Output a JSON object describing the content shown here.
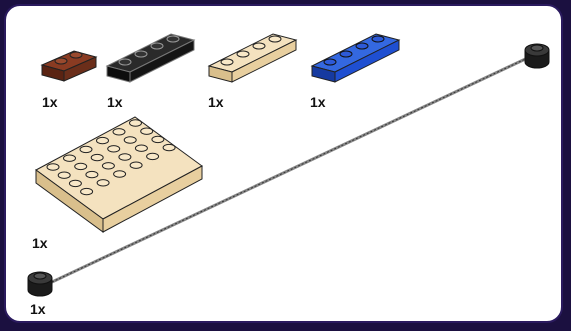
{
  "parts": [
    {
      "name": "brown-plate-1x2",
      "color": "#6b2e1a",
      "studs": 2,
      "qty": "1x"
    },
    {
      "name": "black-plate-1x4",
      "color": "#151515",
      "studs": 4,
      "qty": "1x"
    },
    {
      "name": "tan-plate-1x4",
      "color": "#f0d9ad",
      "studs": 4,
      "qty": "1x"
    },
    {
      "name": "blue-plate-1x4",
      "color": "#1f4fd1",
      "studs": 4,
      "qty": "1x"
    },
    {
      "name": "tan-plate-4x6",
      "color": "#f0d9ad",
      "studs": 24,
      "qty": "1x"
    },
    {
      "name": "string-with-end-studs",
      "color": "#1b1b1b",
      "qty": "1x"
    }
  ],
  "colors": {
    "background": "#ffffff",
    "frame_border": "#2a1a5e",
    "outer": "#1b1040",
    "outline": "#222222",
    "string": "#888888"
  }
}
